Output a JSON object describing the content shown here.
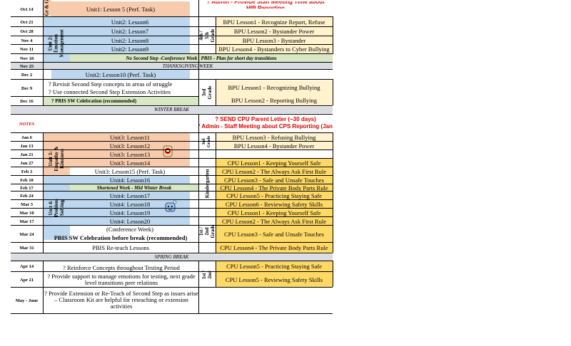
{
  "dates": {
    "oct14": "Oct  14",
    "oct21": "Oct  21",
    "oct28": "Oct  28",
    "nov4": "Nov  4",
    "nov11": "Nov  11",
    "nov18": "Nov  18",
    "nov25": "Nov  25",
    "dec2": "Dec  2",
    "dec9": "Dec  9",
    "dec16": "Dec  16",
    "notes": "NOTES",
    "jan6": "Jan  6",
    "jan13": "Jan  13",
    "jan21": "Jan  21",
    "jan27": "Jan  27",
    "feb3": "Feb  3",
    "feb10": "Feb  10",
    "feb17": "Feb  17",
    "feb24": "Feb  24",
    "mar3": "Mar  3",
    "mar10": "Mar  10",
    "mar17": "Mar  17",
    "mar24": "Mar  24",
    "mar31": "Mar  31",
    "apr14": "Apr  14",
    "apr21": "Apr  21",
    "may": "May - June"
  },
  "units": {
    "u1": "Gr & G",
    "u2": "Unit 2: Emotion Management",
    "u3": "Unit 3: Empathy & Kindness",
    "u4": "Unit 4: Problem Solving"
  },
  "lessons": {
    "u1l5": "Unit1: Lesson 5 (Perf.  Task)",
    "u2l6": "Unit2: Lesson6",
    "u2l7": "Unit2: Lesson7",
    "u2l8": "Unit2: Lesson8",
    "u2l9": "Unit2: Lesson9",
    "nosecondstep": "No Second Step  -Conference Week |  PBIS - Plan for short day transitions",
    "thanksgiving": "THANKSGIVING WEEK",
    "u2l10": "Unit2: Lesson10 (Perf.  Task)",
    "revisit": "?   Revisit Second Step concepts in areas of struggle",
    "useconnected": "?   Use connected Second Step Extension Activities",
    "pbiscelebration": "?   PBIS SW  Celebration        (recommended)",
    "winterbreak": "WINTER BREAK",
    "u3l11": "Unit3: Lesson11",
    "u3l12": "Unit3: Lesson12",
    "u3l13": "Unit3: Lesson13",
    "u3l14": "Unit3: Lesson14",
    "u3l15": "Unit3: Lesson15 (Perf.  Task)",
    "u4l16": "Unit4: Lesson16",
    "shortened": "Shortened Week - Mid Winter Break",
    "u4l17": "Unit4: Lesson17",
    "u4l18": "Unit4: Lesson18",
    "u4l19": "Unit4: Lesson19",
    "u4l20": "Unit4: Lesson20",
    "conference": "(Conference Week)",
    "pbisbefore": "PBIS SW Celebration before break (recommended)",
    "pbisreteach": "PBIS Re-teach Lessons",
    "springbreak": "SPRING BREAK",
    "reinforce": "?   Reinforce Concepts throughout Testing Period",
    "providesupport": "?   Provide support to manage emotions for testing, next grade level transitions peer relations",
    "provideext": "?   Provide Extension or Re-Teach of Second Step as issues arise  – Classroom Kit are helpful for reteaching or extension activities"
  },
  "alerts": {
    "a1": "?  Admin - Provide Staff Meeting Time about HIB Reporting",
    "a2": "?  SEND CPU Parent Letter (~30 days)",
    "a3": "?  Admin - Staff Meeting about CPS Reporting (Jan)"
  },
  "grades": {
    "g45": "4th / 5th Grade",
    "g3a": "3rd Grade",
    "g3b": "3rd Grade",
    "kinder": "Kindergarten",
    "g12": "1st / 2nd Grade",
    "g12b": "1st / 2nd"
  },
  "right": {
    "r1": "BPU Lesson1 - Recognize Report, Refuse",
    "r2": "BPU Lesson2 - Bystander Power",
    "r3": "BPU Lesson3 - Bystander",
    "r4": "BPU Lesson4 - Bystanders to Cyber Bullying",
    "r5": "BPU Lesson1 - Recognizing Bullying",
    "r6": "BPU Lesson2 - Reporting Bullying",
    "r7": "BPU Lesson3 - Refusing Bullying",
    "r8": "BPU Lesson4 - Bystander Power",
    "k1": "CPU Lesson1 - Keeping Yourself Safe",
    "k2": "CPU Lesson2 - The Always Ask First Rule",
    "k3": "CPU Lesson3 - Safe and Unsafe Touches",
    "k4": "CPU Lesson4 - The Private Body Parts Rule",
    "k5": "CPU Lesson5 - Practicing Staying Safe",
    "k6": "CPU Lesson6 - Reviewing Safety Skills",
    "p1": "CPU Lesson1 - Keeping Yourself Safe",
    "p2": "CPU Lesson2 - The Always Ask First Rule",
    "p3": "CPU Lesson3 - Safe and Unsafe Touches",
    "p4": "CPU Lesson4 - The Private Body Parts Rule",
    "p5": "CPU Lesson5 - Practicing Staying Safe",
    "p6": "CPU Lesson5 - Reviewing Safety Skills"
  },
  "colors": {
    "peach": "#f8cbad",
    "blue": "#bdd7ee",
    "green": "#d9e8c4",
    "gold": "#ffd966",
    "lightgold": "#fff2cc",
    "alert": "#e00000"
  },
  "icons": {
    "icon1": "stop-sign-character-icon",
    "icon2": "thinking-character-icon"
  }
}
